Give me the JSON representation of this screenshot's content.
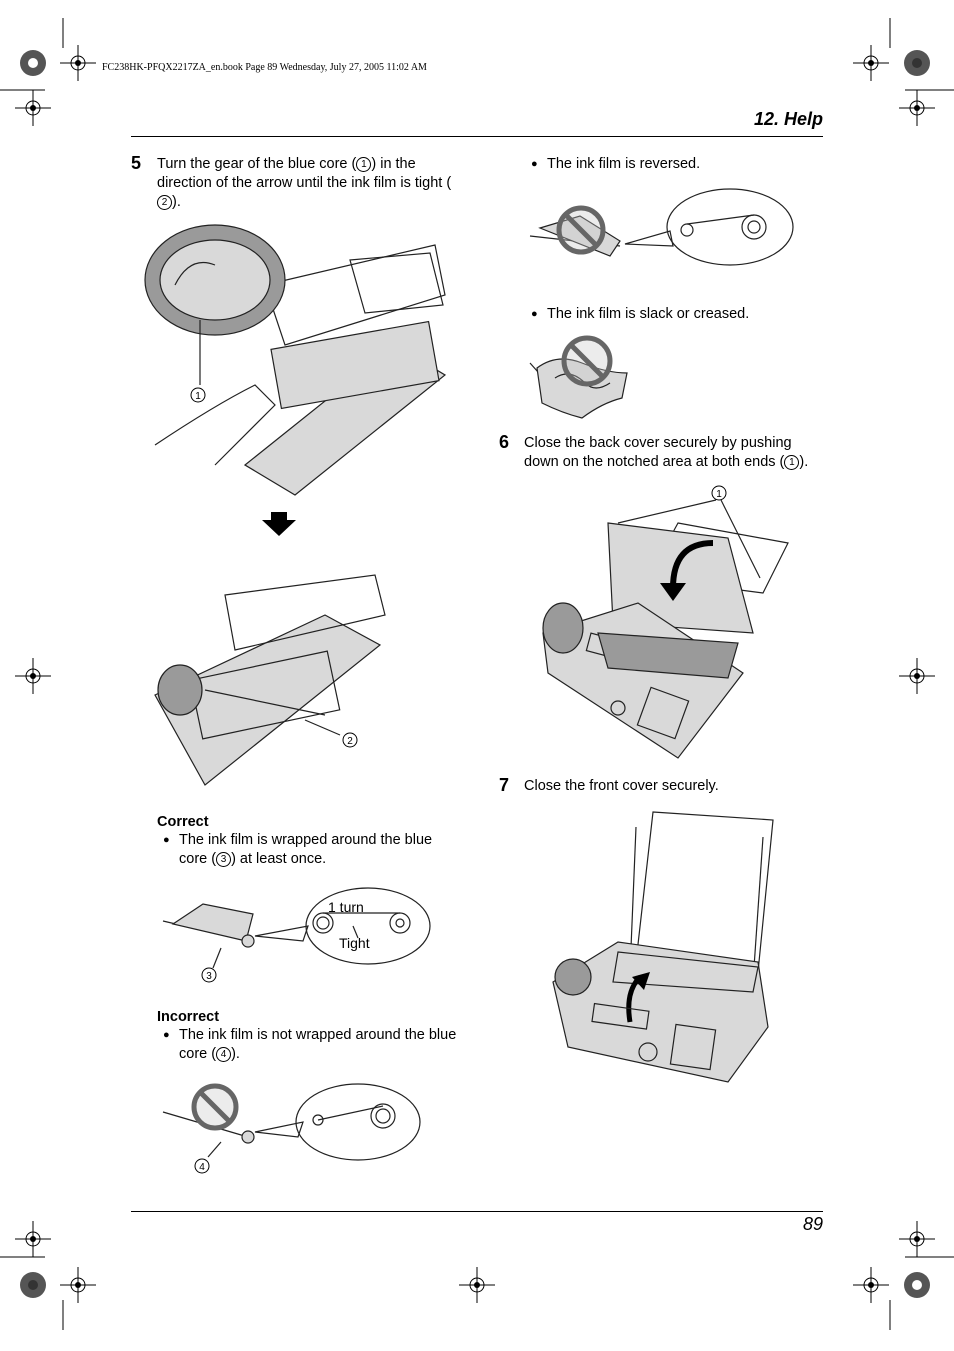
{
  "print_header": "FC238HK-PFQX2217ZA_en.book  Page 89  Wednesday, July 27, 2005  11:02 AM",
  "section_title": "12. Help",
  "page_number": "89",
  "step5": {
    "number": "5",
    "text_a": "Turn the gear of the blue core (",
    "callout1": "1",
    "text_b": ") in the direction of the arrow until the ink film is tight (",
    "callout2": "2",
    "text_c": ")."
  },
  "figure_callouts": {
    "c1": "1",
    "c2": "2",
    "c3": "3",
    "c4": "4",
    "c6_1": "1"
  },
  "correct": {
    "heading": "Correct",
    "bullet_a": "The ink film is wrapped around the blue core (",
    "callout": "3",
    "bullet_b": ") at least once.",
    "label_turn": "1 turn",
    "label_tight": "Tight"
  },
  "incorrect": {
    "heading": "Incorrect",
    "bullet_a": "The ink film is not wrapped around the blue core (",
    "callout": "4",
    "bullet_b": ")."
  },
  "right_bullets": {
    "reversed": "The ink film is reversed.",
    "slack": "The ink film is slack or creased."
  },
  "step6": {
    "number": "6",
    "text_a": "Close the back cover securely by pushing down on the notched area at both ends (",
    "callout": "1",
    "text_b": ")."
  },
  "step7": {
    "number": "7",
    "text": "Close the front cover securely."
  },
  "icons": {
    "bullet": "●",
    "registration_marks": "crosshair-registration-icon",
    "no_entry": "prohibited-icon",
    "down_arrow": "down-arrow-icon"
  }
}
